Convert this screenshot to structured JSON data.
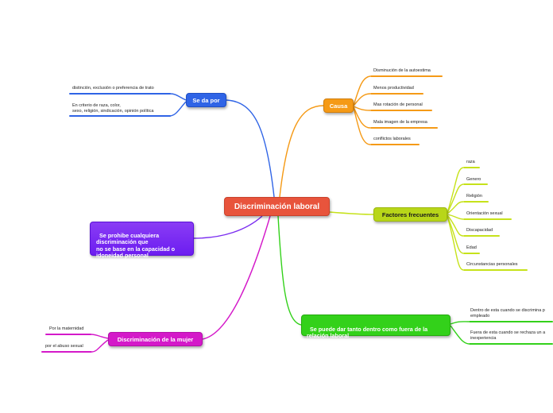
{
  "center": {
    "label": "Discriminación laboral",
    "color": "#e8543c"
  },
  "colors": {
    "blue": "#2f64e6",
    "orange": "#f59a16",
    "yellow": "#c6e21a",
    "green": "#33d11a",
    "purple": "#7a2cf0",
    "magenta": "#d419c9"
  },
  "se_da_por": {
    "label": "Se da por",
    "items": [
      "distinción, exclusión o preferencia de trato",
      "En criterio de raza, color,\nsexo, religión, sindicación, opinión política"
    ]
  },
  "causa": {
    "label": "Causa",
    "items": [
      "Disminución de la autoestima",
      "Menos productividad",
      "Mas rotación de personal",
      "Mala imagen de la empresa",
      "conflictos laborales"
    ]
  },
  "factores": {
    "label": "Factores frecuentes",
    "items": [
      "raza",
      "Genero",
      "Religión",
      "Orientación sexual",
      "Discapacidad",
      "Edad",
      "Circunstancias personales"
    ]
  },
  "se_prohibe": {
    "label": "Se prohibe cualquiera\ndiscriminación que\nno se base en la capacidad o\nidoneidad personal"
  },
  "dentro_fuera": {
    "label": "Se puede dar tanto dentro como fuera de la\nrelación laboral",
    "items": [
      "Dentro de esta cuando se discrimina p\nempleado",
      "Fuera de esta cuando se rechaza un a\ninexperiencia"
    ]
  },
  "mujer": {
    "label": "Discriminación de la mujer",
    "items": [
      "Por la maternidad",
      "por el abuso sexual"
    ]
  }
}
